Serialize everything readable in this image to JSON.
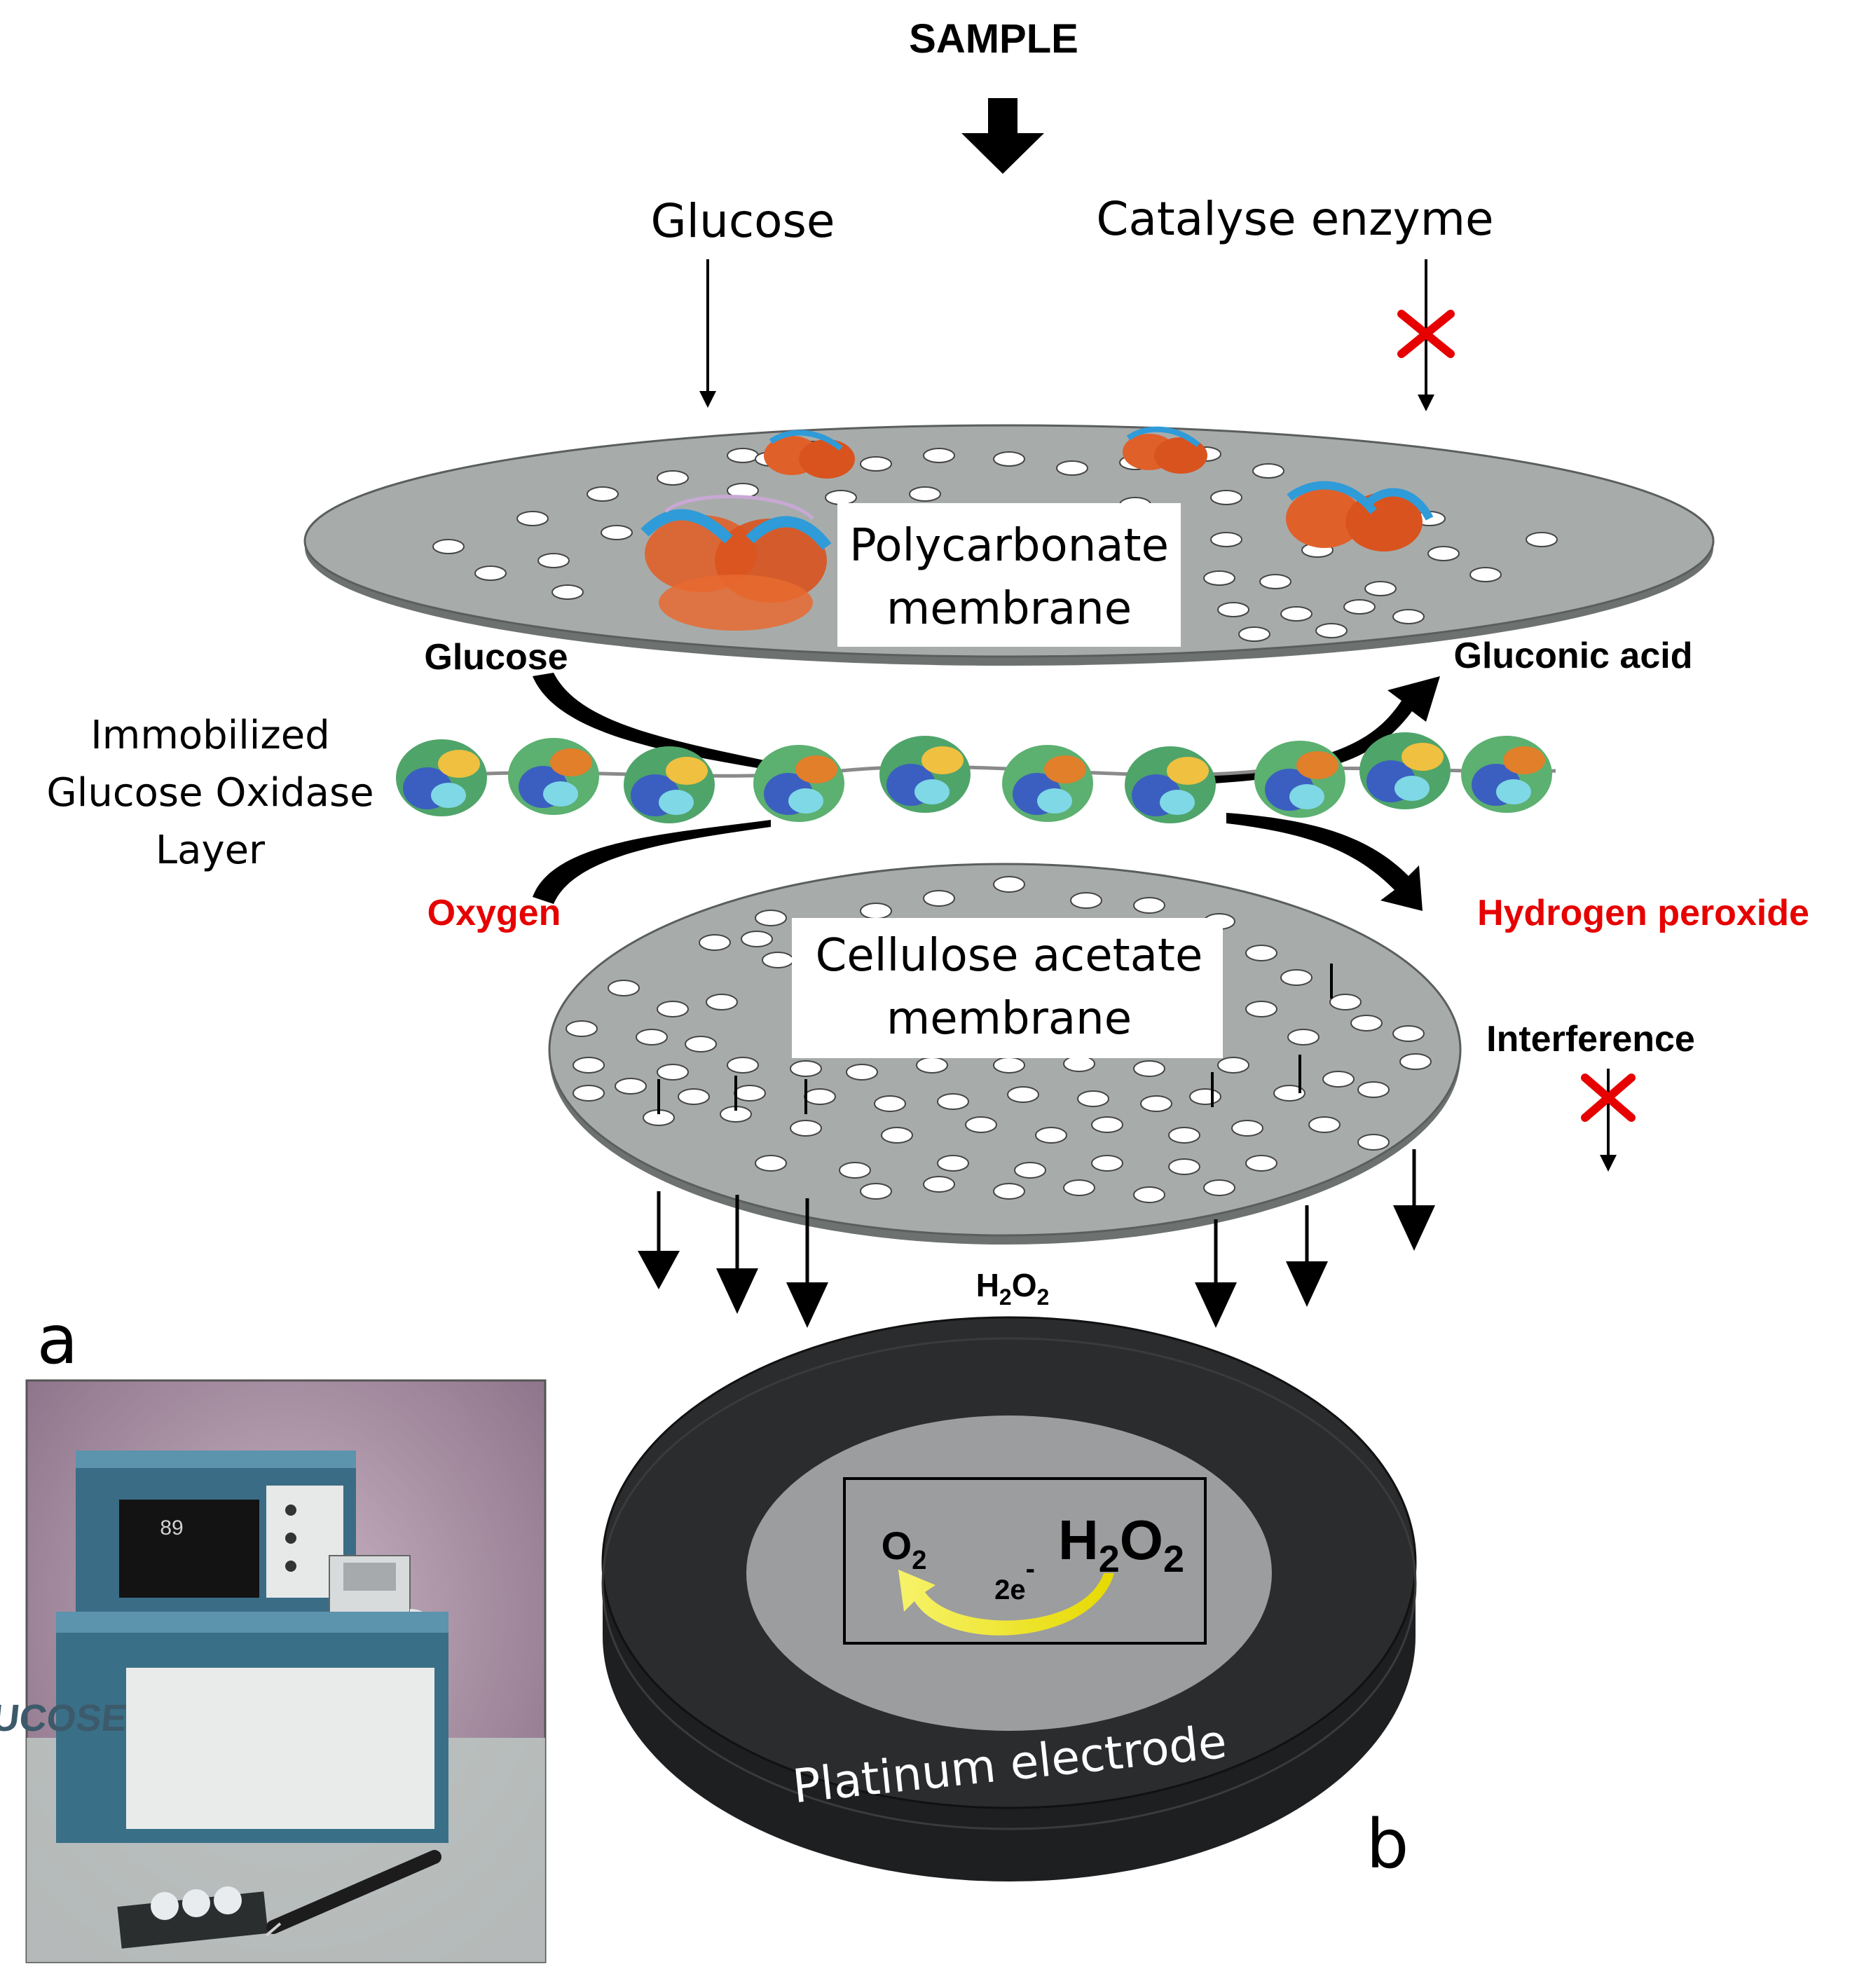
{
  "labels": {
    "sample": "SAMPLE",
    "glucose_top": "Glucose",
    "catalase": "Catalyse enzyme",
    "polycarbonate_line1": "Polycarbonate",
    "polycarbonate_line2": "membrane",
    "glucose_react": "Glucose",
    "gluconic": "Gluconic acid",
    "immob_line1": "Immobilized",
    "immob_line2": "Glucose Oxidase",
    "immob_line3": "Layer",
    "oxygen": "Oxygen",
    "h2o2_product": "Hydrogen peroxide",
    "cellulose_line1": "Cellulose acetate",
    "cellulose_line2": "membrane",
    "interference": "Interference",
    "h2o2_flux_base": "H",
    "h2o2_flux_sub1": "2",
    "h2o2_flux_mid": "O",
    "h2o2_flux_sub2": "2",
    "o2_base": "O",
    "o2_sub": "2",
    "electrons": "2e",
    "electrons_sup": "-",
    "h2o2_elec_base": "H",
    "h2o2_elec_sub1": "2",
    "h2o2_elec_mid": "O",
    "h2o2_elec_sub2": "2",
    "electrode": "Platinum electrode",
    "panel_a": "a",
    "panel_b": "b",
    "device_word": "GLUCOSE",
    "display_readout": "89"
  },
  "colors": {
    "membrane": "#a7acab",
    "electrode_dark": "#2b2c2e",
    "electrode_inner": "#9c9d9f",
    "red": "#e60000",
    "yellow": "#f2ee00"
  }
}
